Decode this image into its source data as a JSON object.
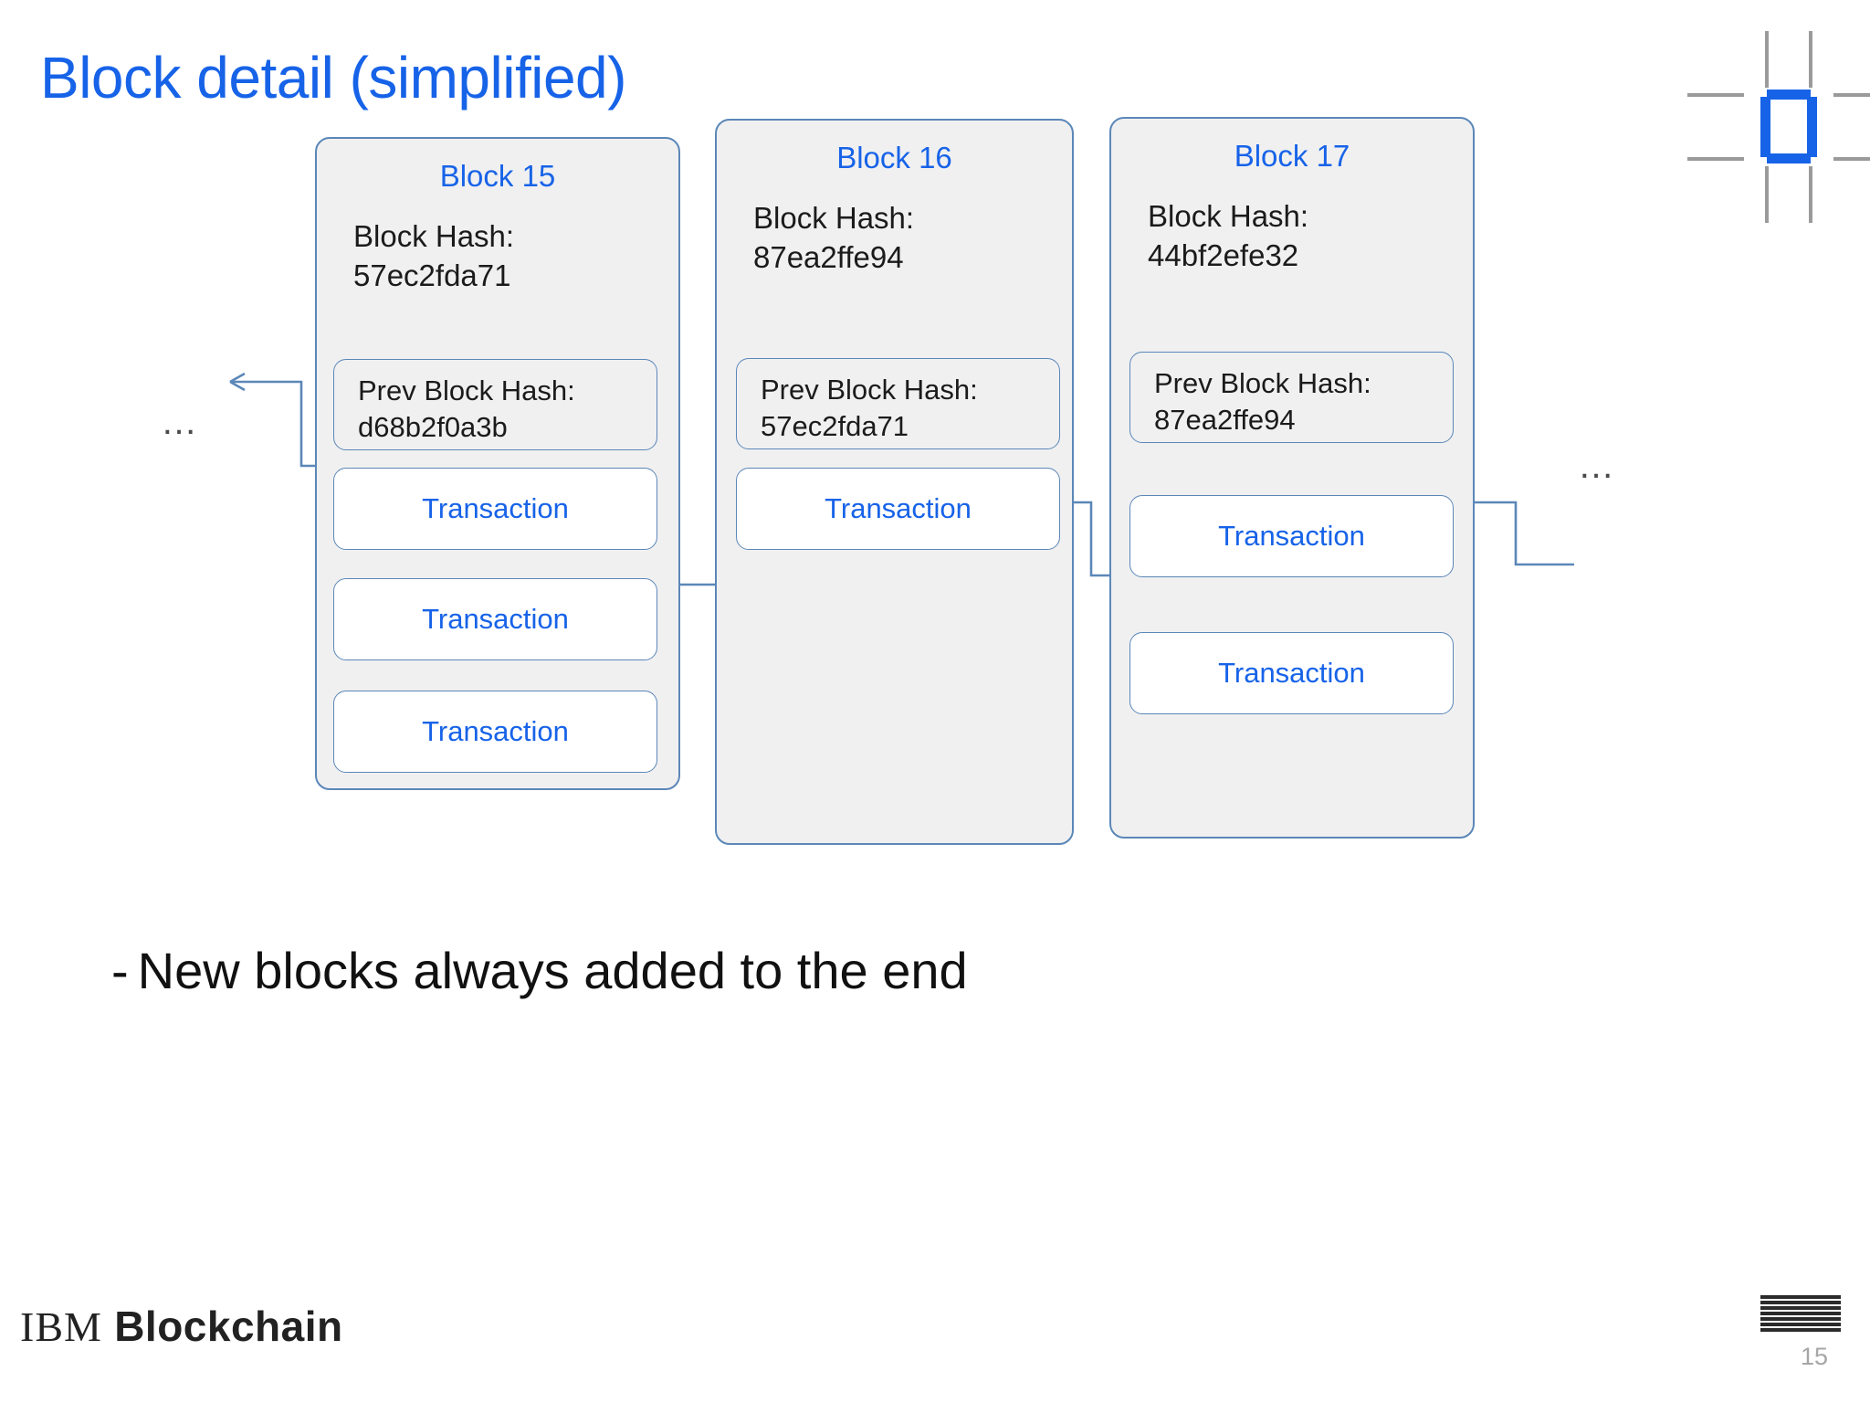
{
  "slide": {
    "title": "Block detail (simplified)",
    "bullet": {
      "dash": "-",
      "text": "New blocks always added to the end"
    },
    "ellipsis_left": "…",
    "ellipsis_right": "…",
    "accent_color": "#1763e8",
    "block_border_color": "#5b87b8",
    "block_fill_color": "#f0f0f1"
  },
  "blocks": [
    {
      "title": "Block 15",
      "hash_label": "Block Hash:",
      "hash_value": "57ec2fda71",
      "prev_label": "Prev Block Hash:",
      "prev_value": "d68b2f0a3b",
      "transactions": [
        "Transaction",
        "Transaction",
        "Transaction"
      ]
    },
    {
      "title": "Block 16",
      "hash_label": "Block Hash:",
      "hash_value": "87ea2ffe94",
      "prev_label": "Prev Block Hash:",
      "prev_value": "57ec2fda71",
      "transactions": [
        "Transaction"
      ]
    },
    {
      "title": "Block 17",
      "hash_label": "Block Hash:",
      "hash_value": "44bf2efe32",
      "prev_label": "Prev Block Hash:",
      "prev_value": "87ea2ffe94",
      "transactions": [
        "Transaction",
        "Transaction"
      ]
    }
  ],
  "footer": {
    "brand_ibm": "IBM",
    "brand_product": "Blockchain",
    "page_number": "15"
  }
}
